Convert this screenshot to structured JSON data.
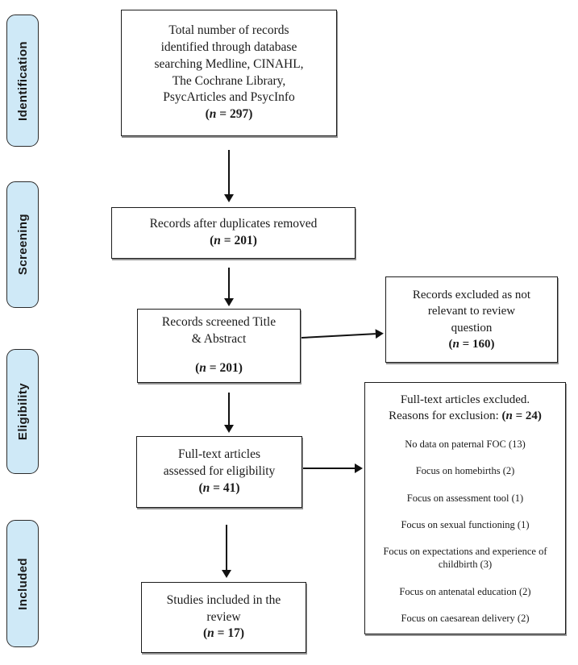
{
  "stages": {
    "identification": "Identification",
    "screening": "Screening",
    "eligibility": "Eligibility",
    "included": "Included"
  },
  "boxes": {
    "records_identified": {
      "lines": [
        "Total number of records",
        "identified through database",
        "searching Medline, CINAHL,",
        "The Cochrane Library,",
        "PsycArticles and PsycInfo"
      ],
      "n": {
        "open": "(",
        "sym": "n",
        "rest": " = 297)"
      }
    },
    "duplicates_removed": {
      "lines": [
        "Records after duplicates removed"
      ],
      "n": {
        "open": "(",
        "sym": "n",
        "rest": " = 201)"
      }
    },
    "records_screened": {
      "lines": [
        "Records screened Title",
        "& Abstract"
      ],
      "n": {
        "open": "(",
        "sym": "n",
        "rest": " =  201)"
      }
    },
    "records_excluded": {
      "lines": [
        "Records excluded as not",
        "relevant to review",
        "question"
      ],
      "n": {
        "open": "(",
        "sym": "n",
        "rest": " = 160)"
      }
    },
    "fulltext_assessed": {
      "lines": [
        "Full-text articles",
        "assessed for eligibility"
      ],
      "n": {
        "open": "(",
        "sym": "n",
        "rest": " =  41)"
      }
    },
    "fulltext_excluded": {
      "header_line1": "Full-text articles excluded.",
      "header_line2": "Reasons for exclusion: ",
      "n": {
        "open": "(",
        "sym": "n",
        "rest": " = 24)"
      },
      "reasons": [
        "No data on paternal FOC (13)",
        "Focus on homebirths (2)",
        "Focus on assessment tool (1)",
        "Focus on sexual functioning (1)",
        "Focus on expectations and experience of childbirth (3)",
        "Focus on antenatal education (2)",
        "Focus on caesarean delivery (2)"
      ]
    },
    "studies_included": {
      "lines": [
        "Studies included in the",
        "review"
      ],
      "n": {
        "open": "(",
        "sym": "n",
        "rest": " = 17)"
      }
    }
  },
  "colors": {
    "stage_fill": "#cfe9f7",
    "stage_border": "#2b2b2b",
    "box_border": "#1c1c1c",
    "arrow": "#111111",
    "text": "#1a1a1a"
  }
}
